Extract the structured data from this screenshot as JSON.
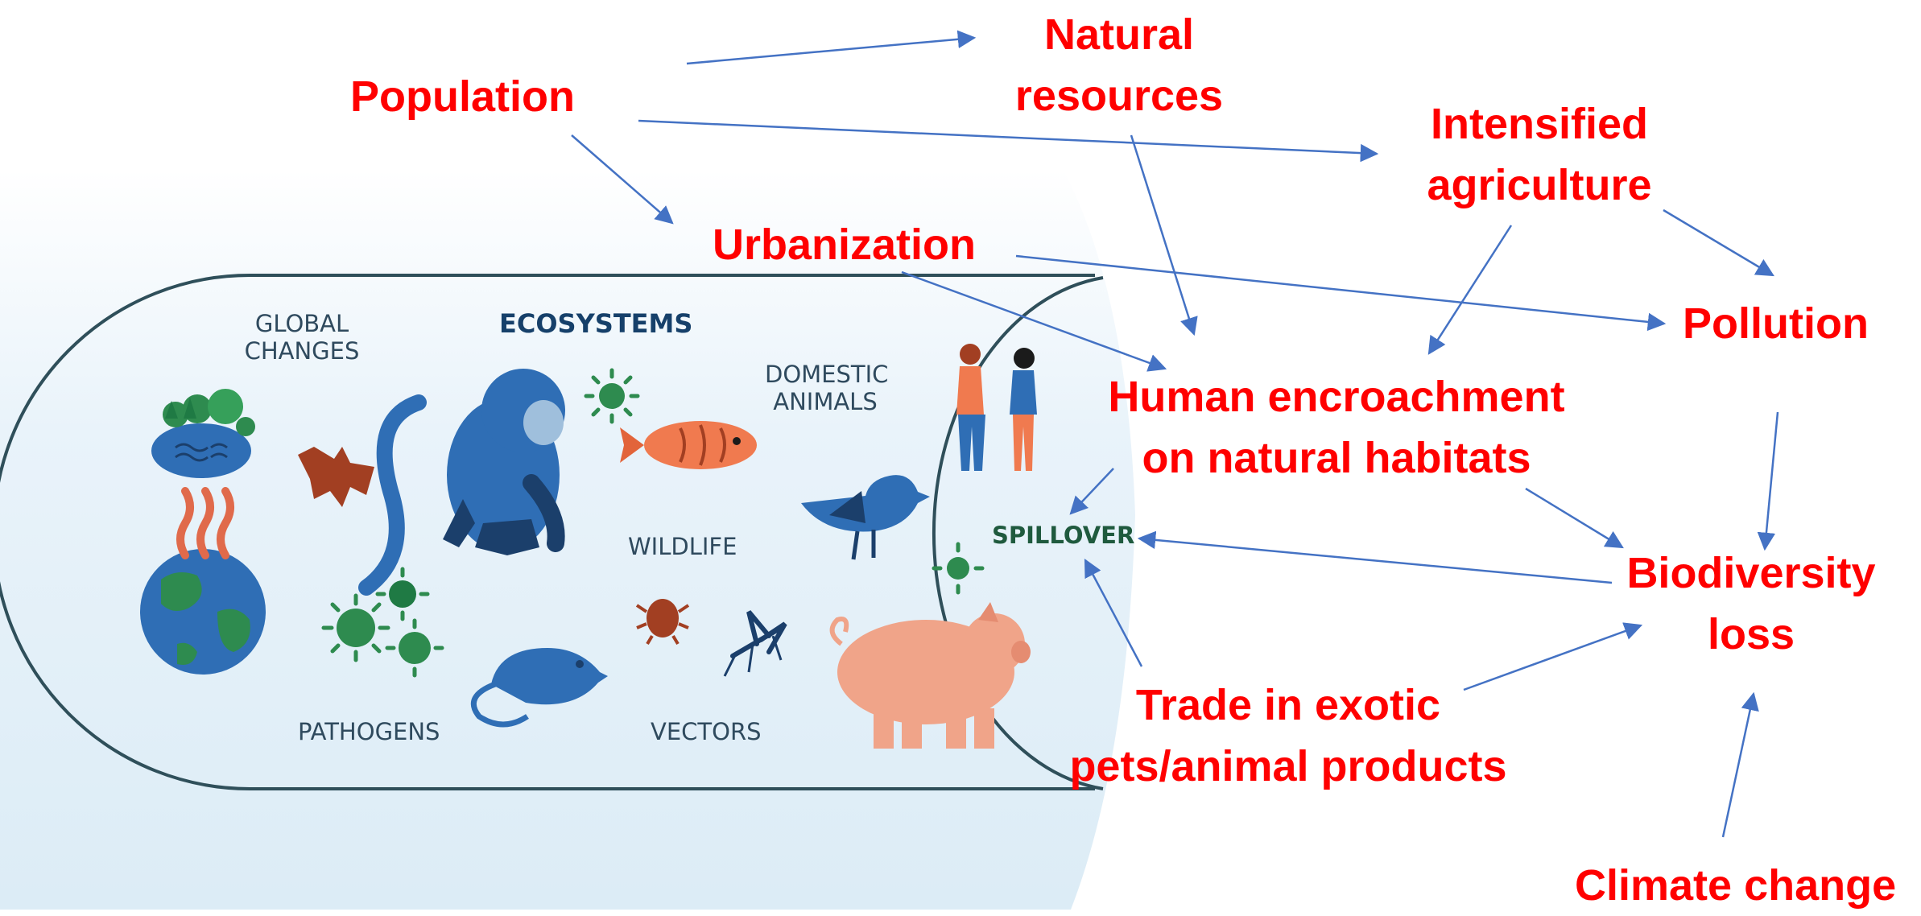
{
  "labels": {
    "population": "Population",
    "natural_resources_1": "Natural",
    "natural_resources_2": "resources",
    "intensified_agriculture_1": "Intensified",
    "intensified_agriculture_2": "agriculture",
    "urbanization": "Urbanization",
    "pollution": "Pollution",
    "human_encroachment_1": "Human encroachment",
    "human_encroachment_2": "on natural habitats",
    "biodiversity_loss_1": "Biodiversity",
    "biodiversity_loss_2": "loss",
    "trade_1": "Trade in exotic",
    "trade_2": "pets/animal products",
    "climate_change": "Climate change"
  },
  "ecosystem": {
    "global_changes_1": "GLOBAL",
    "global_changes_2": "CHANGES",
    "ecosystems": "ECOSYSTEMS",
    "domestic_animals_1": "DOMESTIC",
    "domestic_animals_2": "ANIMALS",
    "wildlife": "WILDLIFE",
    "spillover": "SPILLOVER",
    "pathogens": "PATHOGENS",
    "vectors": "VECTORS"
  },
  "colors": {
    "label": "#ff0000",
    "arrow": "#4472c4",
    "outline": "#2f4f5a"
  },
  "icons": [
    "trees-lake-icon",
    "earth-heat-icon",
    "bat-icon",
    "monkey-icon",
    "virus-icon",
    "fish-icon",
    "bird-icon",
    "people-icon",
    "rat-icon",
    "tick-icon",
    "mosquito-icon",
    "pig-icon"
  ]
}
